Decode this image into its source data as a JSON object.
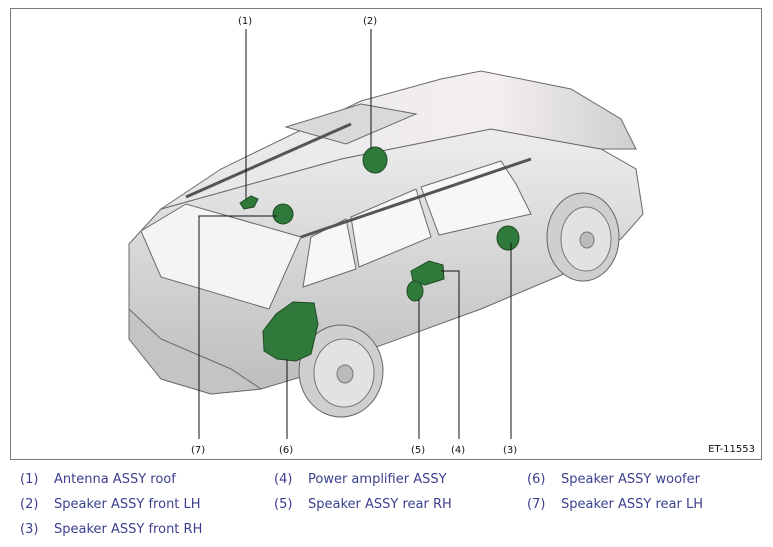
{
  "figure": {
    "id": "ET-11553",
    "callouts": [
      {
        "key": "1",
        "text": "(1)"
      },
      {
        "key": "2",
        "text": "(2)"
      },
      {
        "key": "3",
        "text": "(3)"
      },
      {
        "key": "4",
        "text": "(4)"
      },
      {
        "key": "5",
        "text": "(5)"
      },
      {
        "key": "6",
        "text": "(6)"
      },
      {
        "key": "7",
        "text": "(7)"
      }
    ]
  },
  "legend": [
    {
      "num": "(1)",
      "label": "Antenna ASSY roof"
    },
    {
      "num": "(2)",
      "label": "Speaker ASSY front LH"
    },
    {
      "num": "(3)",
      "label": "Speaker ASSY front RH"
    },
    {
      "num": "(4)",
      "label": "Power amplifier ASSY"
    },
    {
      "num": "(5)",
      "label": "Speaker ASSY rear RH"
    },
    {
      "num": "(6)",
      "label": "Speaker ASSY woofer"
    },
    {
      "num": "(7)",
      "label": "Speaker ASSY rear LH"
    }
  ],
  "colors": {
    "component": "#2f7a3a",
    "component_stroke": "#1f4a24",
    "car_body": "#d2d2d2",
    "car_outline": "#6a6a6a",
    "legend_text": "#3b3f8f"
  }
}
